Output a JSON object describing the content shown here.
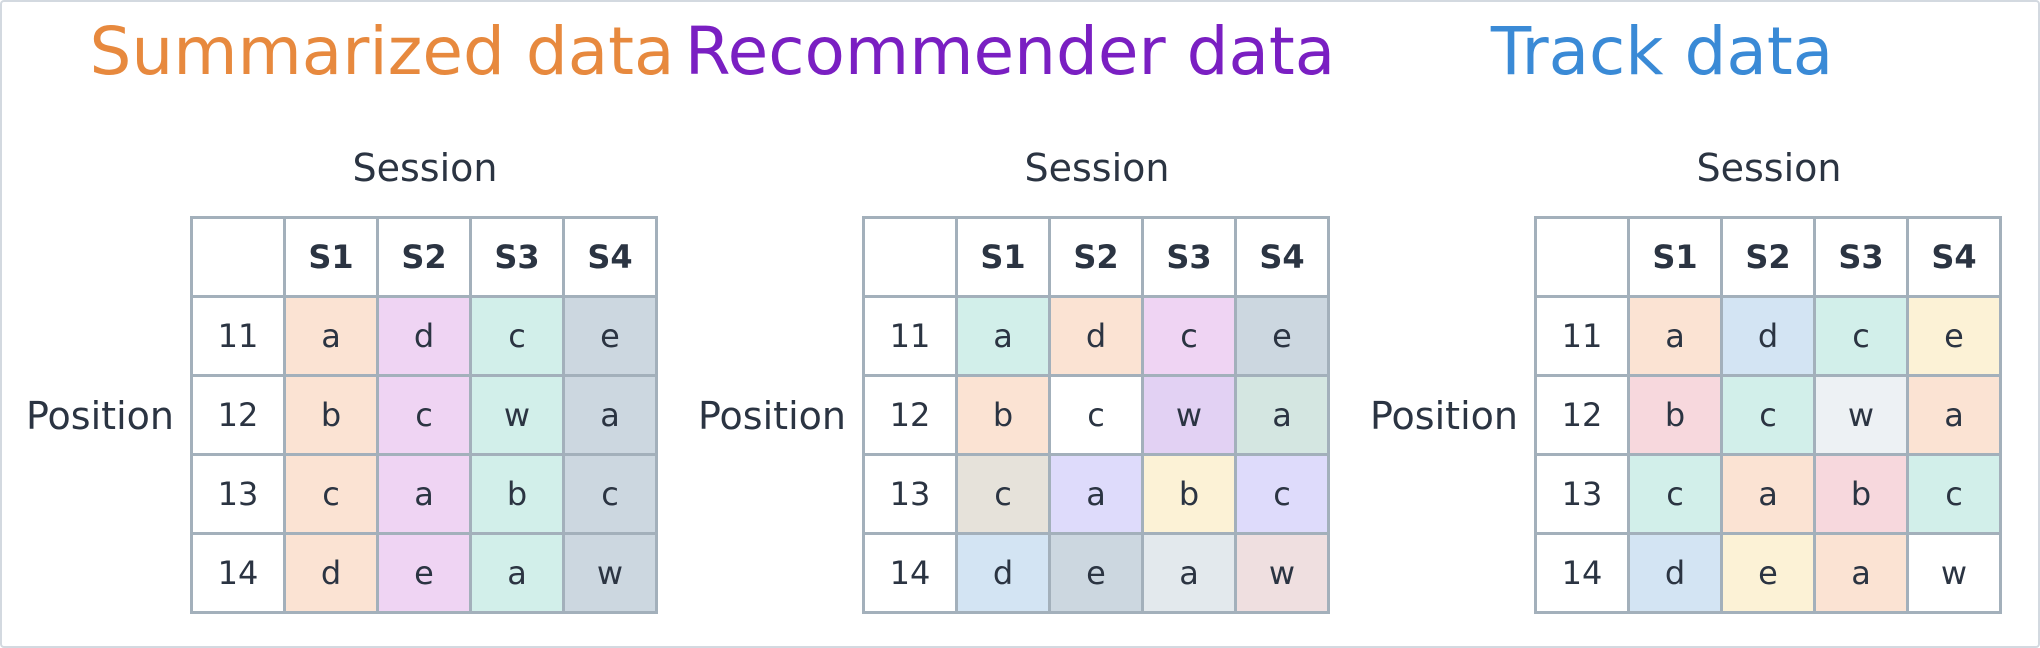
{
  "colors": {
    "border": "#a3b0bb",
    "frame": "#d3d9e0",
    "text": "#2b3442",
    "peach": "#fbe3d3",
    "lilac": "#efd4f3",
    "mint": "#d2efea",
    "slate": "#ccd7e0",
    "purple_soft": "#e2d1f3",
    "sage": "#d4e6e1",
    "stone": "#e6e2da",
    "periwinkle": "#dedbfb",
    "cream": "#fcf2d6",
    "skyblue": "#d3e4f3",
    "pale_gray": "#e3e9ed",
    "rose_gray": "#efdfe0",
    "pink": "#f7d8dd",
    "ghost": "#edf1f4",
    "white": "#ffffff"
  },
  "panels": [
    {
      "title": "Summarized data",
      "title_color": "#e7893e",
      "column_header": "Session",
      "row_header": "Position",
      "columns": [
        "S1",
        "S2",
        "S3",
        "S4"
      ],
      "rows": [
        {
          "position": "11",
          "cells": [
            {
              "value": "a",
              "color": "#fbe3d3"
            },
            {
              "value": "d",
              "color": "#efd4f3"
            },
            {
              "value": "c",
              "color": "#d2efea"
            },
            {
              "value": "e",
              "color": "#ccd7e0"
            }
          ]
        },
        {
          "position": "12",
          "cells": [
            {
              "value": "b",
              "color": "#fbe3d3"
            },
            {
              "value": "c",
              "color": "#efd4f3"
            },
            {
              "value": "w",
              "color": "#d2efea"
            },
            {
              "value": "a",
              "color": "#ccd7e0"
            }
          ]
        },
        {
          "position": "13",
          "cells": [
            {
              "value": "c",
              "color": "#fbe3d3"
            },
            {
              "value": "a",
              "color": "#efd4f3"
            },
            {
              "value": "b",
              "color": "#d2efea"
            },
            {
              "value": "c",
              "color": "#ccd7e0"
            }
          ]
        },
        {
          "position": "14",
          "cells": [
            {
              "value": "d",
              "color": "#fbe3d3"
            },
            {
              "value": "e",
              "color": "#efd4f3"
            },
            {
              "value": "a",
              "color": "#d2efea"
            },
            {
              "value": "w",
              "color": "#ccd7e0"
            }
          ]
        }
      ]
    },
    {
      "title": "Recommender data",
      "title_color": "#7a1fc2",
      "column_header": "Session",
      "row_header": "Position",
      "columns": [
        "S1",
        "S2",
        "S3",
        "S4"
      ],
      "rows": [
        {
          "position": "11",
          "cells": [
            {
              "value": "a",
              "color": "#d2efea"
            },
            {
              "value": "d",
              "color": "#fbe3d3"
            },
            {
              "value": "c",
              "color": "#efd4f3"
            },
            {
              "value": "e",
              "color": "#ccd7e0"
            }
          ]
        },
        {
          "position": "12",
          "cells": [
            {
              "value": "b",
              "color": "#fbe3d3"
            },
            {
              "value": "c",
              "color": "#ffffff"
            },
            {
              "value": "w",
              "color": "#e2d1f3"
            },
            {
              "value": "a",
              "color": "#d4e6e1"
            }
          ]
        },
        {
          "position": "13",
          "cells": [
            {
              "value": "c",
              "color": "#e6e2da"
            },
            {
              "value": "a",
              "color": "#dedbfb"
            },
            {
              "value": "b",
              "color": "#fcf2d6"
            },
            {
              "value": "c",
              "color": "#dedbfb"
            }
          ]
        },
        {
          "position": "14",
          "cells": [
            {
              "value": "d",
              "color": "#d3e4f3"
            },
            {
              "value": "e",
              "color": "#ccd7e0"
            },
            {
              "value": "a",
              "color": "#e3e9ed"
            },
            {
              "value": "w",
              "color": "#efdfe0"
            }
          ]
        }
      ]
    },
    {
      "title": "Track data",
      "title_color": "#3a8ad6",
      "column_header": "Session",
      "row_header": "Position",
      "columns": [
        "S1",
        "S2",
        "S3",
        "S4"
      ],
      "rows": [
        {
          "position": "11",
          "cells": [
            {
              "value": "a",
              "color": "#fbe3d3"
            },
            {
              "value": "d",
              "color": "#d3e4f3"
            },
            {
              "value": "c",
              "color": "#d2efea"
            },
            {
              "value": "e",
              "color": "#fcf2d6"
            }
          ]
        },
        {
          "position": "12",
          "cells": [
            {
              "value": "b",
              "color": "#f7d8dd"
            },
            {
              "value": "c",
              "color": "#d2efea"
            },
            {
              "value": "w",
              "color": "#edf1f4"
            },
            {
              "value": "a",
              "color": "#fbe3d3"
            }
          ]
        },
        {
          "position": "13",
          "cells": [
            {
              "value": "c",
              "color": "#d2efea"
            },
            {
              "value": "a",
              "color": "#fbe3d3"
            },
            {
              "value": "b",
              "color": "#f7d8dd"
            },
            {
              "value": "c",
              "color": "#d2efea"
            }
          ]
        },
        {
          "position": "14",
          "cells": [
            {
              "value": "d",
              "color": "#d3e4f3"
            },
            {
              "value": "e",
              "color": "#fcf2d6"
            },
            {
              "value": "a",
              "color": "#fbe3d3"
            },
            {
              "value": "w",
              "color": "#ffffff"
            }
          ]
        }
      ]
    }
  ]
}
